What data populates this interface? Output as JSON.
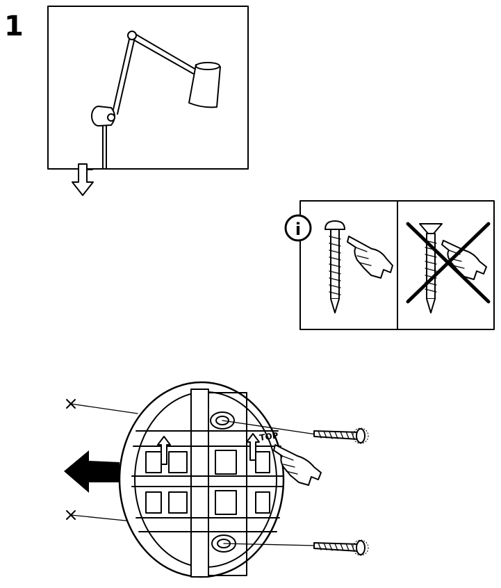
{
  "step": {
    "number": "1"
  },
  "info_panel": {
    "info_symbol": "i"
  },
  "bracket": {
    "top_label": "TOP"
  }
}
